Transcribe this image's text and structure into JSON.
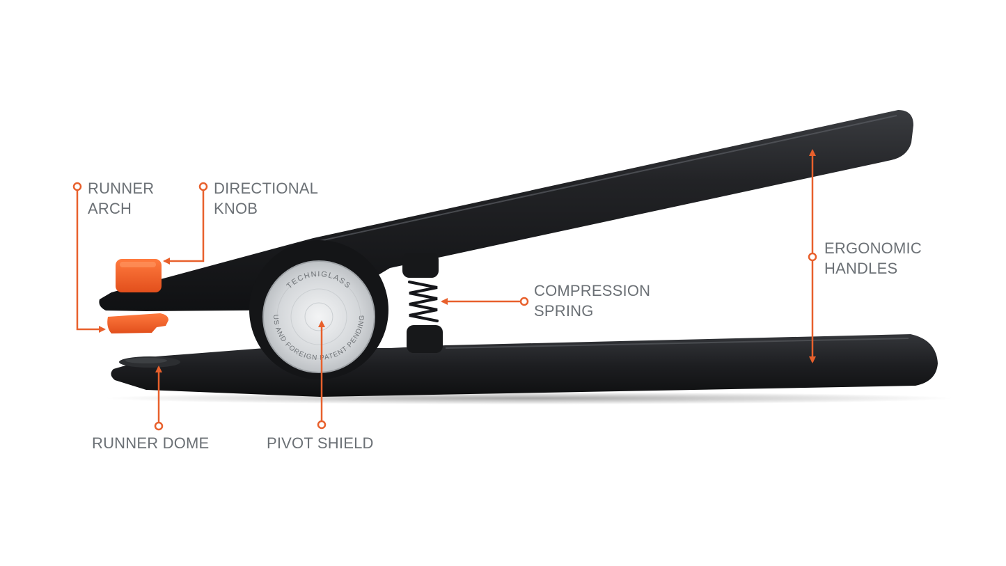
{
  "colors": {
    "accent": "#e8602c",
    "tool_body": "#1c1d1f",
    "label_text": "#6b7075",
    "shield_metal": "#d4d7da"
  },
  "shield": {
    "top_text": "TECHNIGLASS",
    "bottom_text": "US AND FOREIGN PATENT PENDING"
  },
  "labels": {
    "runner_arch": [
      "RUNNER",
      "ARCH"
    ],
    "directional_knob": [
      "DIRECTIONAL",
      "KNOB"
    ],
    "compression_spring": [
      "COMPRESSION",
      "SPRING"
    ],
    "ergonomic_handles": [
      "ERGONOMIC",
      "HANDLES"
    ],
    "runner_dome": "RUNNER DOME",
    "pivot_shield": "PIVOT SHIELD"
  }
}
